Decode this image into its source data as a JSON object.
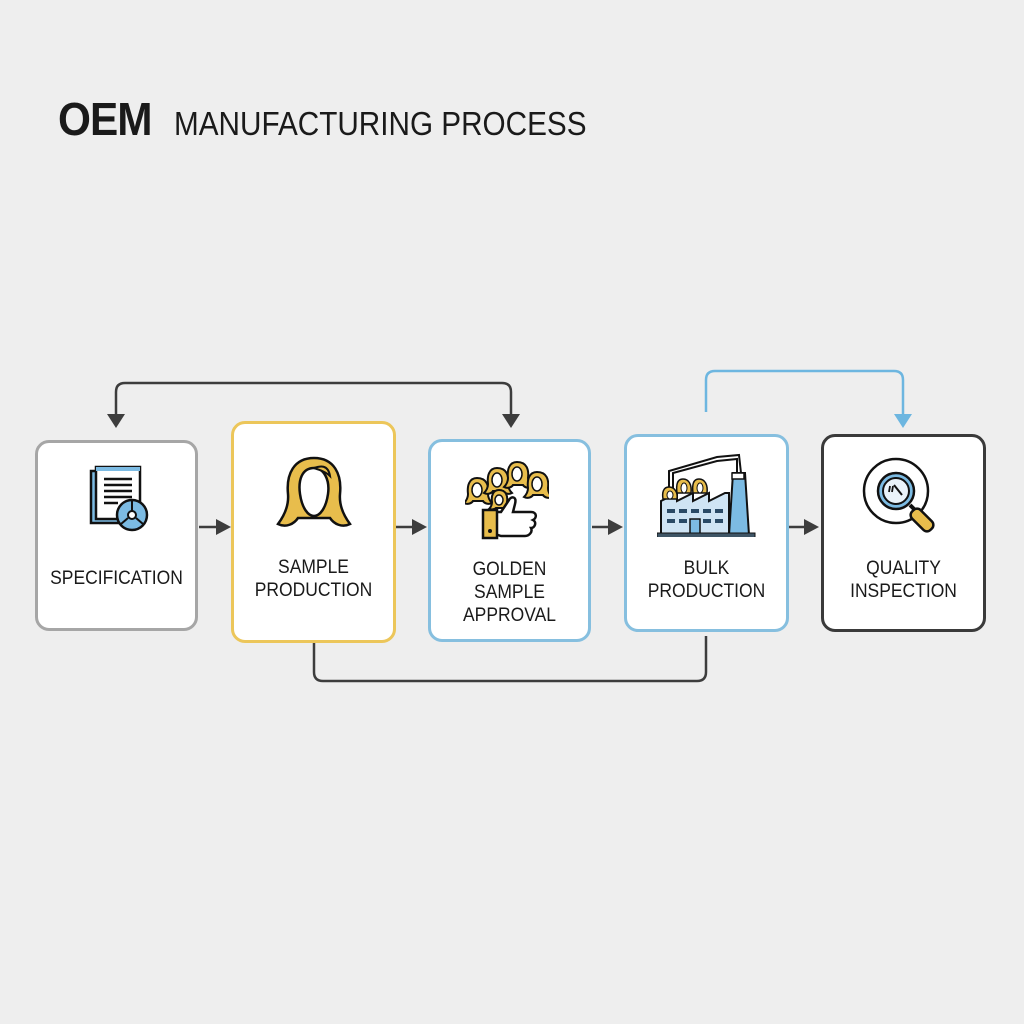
{
  "title": {
    "primary": "OEM",
    "secondary": "MANUFACTURING PROCESS"
  },
  "colors": {
    "background": "#eeeeee",
    "gray_border": "#a6a6a6",
    "yellow_border": "#ecc65a",
    "blue_border": "#86bfdf",
    "dark_border": "#3a3a3a",
    "connector_dark": "#3d3d3d",
    "connector_blue": "#6db6e0",
    "icon_blue": "#7cbbe3",
    "icon_gold": "#e8bd4c"
  },
  "steps": [
    {
      "id": "specification",
      "label": "SPECIFICATION",
      "icon": "document-gear-icon",
      "border": "gray"
    },
    {
      "id": "sample-production",
      "label": "SAMPLE\nPRODUCTION",
      "icon": "hair-wig-icon",
      "border": "yellow"
    },
    {
      "id": "golden-sample-approval",
      "label": "GOLDEN\nSAMPLE\nAPPROVAL",
      "icon": "thumbs-up-wigs-icon",
      "border": "blue"
    },
    {
      "id": "bulk-production",
      "label": "BULK\nPRODUCTION",
      "icon": "factory-icon",
      "border": "blue"
    },
    {
      "id": "quality-inspection",
      "label": "QUALITY\nINSPECTION",
      "icon": "magnifier-icon",
      "border": "dark"
    }
  ],
  "connectors": [
    {
      "from": "specification",
      "to": "sample-production",
      "type": "arrow"
    },
    {
      "from": "sample-production",
      "to": "golden-sample-approval",
      "type": "arrow"
    },
    {
      "from": "golden-sample-approval",
      "to": "bulk-production",
      "type": "arrow"
    },
    {
      "from": "bulk-production",
      "to": "quality-inspection",
      "type": "arrow"
    },
    {
      "from": "specification",
      "to": "golden-sample-approval",
      "type": "loop-top",
      "bidirectional": true
    },
    {
      "from": "bulk-production",
      "to": "quality-inspection",
      "type": "loop-top-blue"
    },
    {
      "from": "sample-production",
      "to": "bulk-production",
      "type": "loop-bottom"
    }
  ]
}
